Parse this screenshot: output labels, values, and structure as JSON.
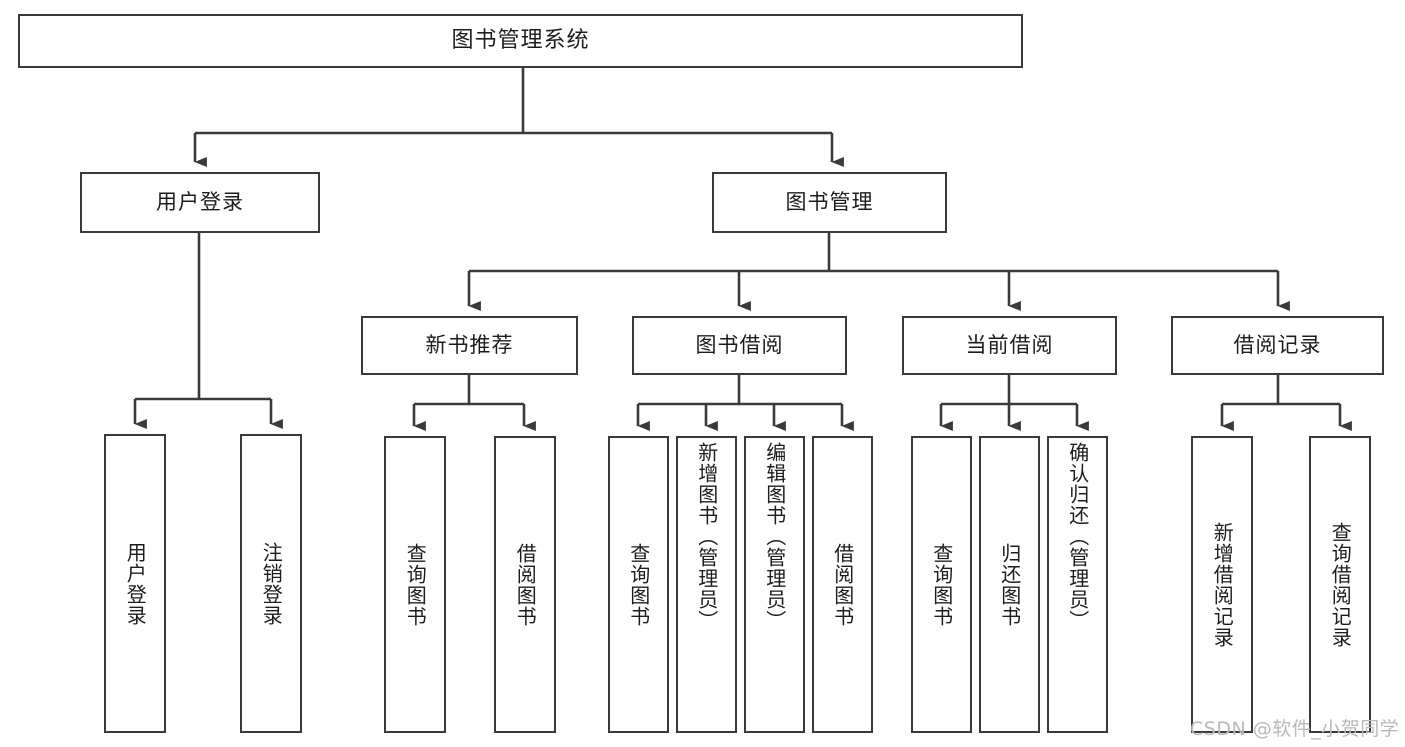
{
  "diagram": {
    "type": "tree-hierarchy-chart",
    "title": "图书管理系统",
    "colors": {
      "box_border": "#3a3a3a",
      "box_fill": "#ffffff",
      "connector": "#3a3a3a",
      "text": "#1d1d1d",
      "watermark": "#b9b9b9"
    },
    "nodes": {
      "root": {
        "label": "图书管理系统",
        "level": 0
      },
      "l1": [
        {
          "id": "user-login",
          "label": "用户登录"
        },
        {
          "id": "book-manage",
          "label": "图书管理"
        }
      ],
      "l2": [
        {
          "id": "new-book-rec",
          "label": "新书推荐",
          "parent": "book-manage"
        },
        {
          "id": "book-borrow",
          "label": "图书借阅",
          "parent": "book-manage"
        },
        {
          "id": "current-borrow",
          "label": "当前借阅",
          "parent": "book-manage"
        },
        {
          "id": "borrow-record",
          "label": "借阅记录",
          "parent": "book-manage"
        }
      ],
      "leaves": [
        {
          "id": "leaf-user-login",
          "label": "用户登录",
          "parent": "user-login"
        },
        {
          "id": "leaf-logout",
          "label": "注销登录",
          "parent": "user-login"
        },
        {
          "id": "leaf-query-book-1",
          "label": "查询图书",
          "parent": "new-book-rec"
        },
        {
          "id": "leaf-borrow-book-1",
          "label": "借阅图书",
          "parent": "new-book-rec"
        },
        {
          "id": "leaf-query-book-2",
          "label": "查询图书",
          "parent": "book-borrow"
        },
        {
          "id": "leaf-add-book",
          "label": "新增图书（管理员）",
          "parent": "book-borrow"
        },
        {
          "id": "leaf-edit-book",
          "label": "编辑图书（管理员）",
          "parent": "book-borrow"
        },
        {
          "id": "leaf-borrow-book-2",
          "label": "借阅图书",
          "parent": "book-borrow"
        },
        {
          "id": "leaf-query-book-3",
          "label": "查询图书",
          "parent": "current-borrow"
        },
        {
          "id": "leaf-return-book",
          "label": "归还图书",
          "parent": "current-borrow"
        },
        {
          "id": "leaf-confirm-return",
          "label": "确认归还（管理员）",
          "parent": "current-borrow"
        },
        {
          "id": "leaf-add-record",
          "label": "新增借阅记录",
          "parent": "borrow-record"
        },
        {
          "id": "leaf-query-record",
          "label": "查询借阅记录",
          "parent": "borrow-record"
        }
      ]
    }
  },
  "watermark": {
    "text": "CSDN @软件_小贺同学"
  }
}
